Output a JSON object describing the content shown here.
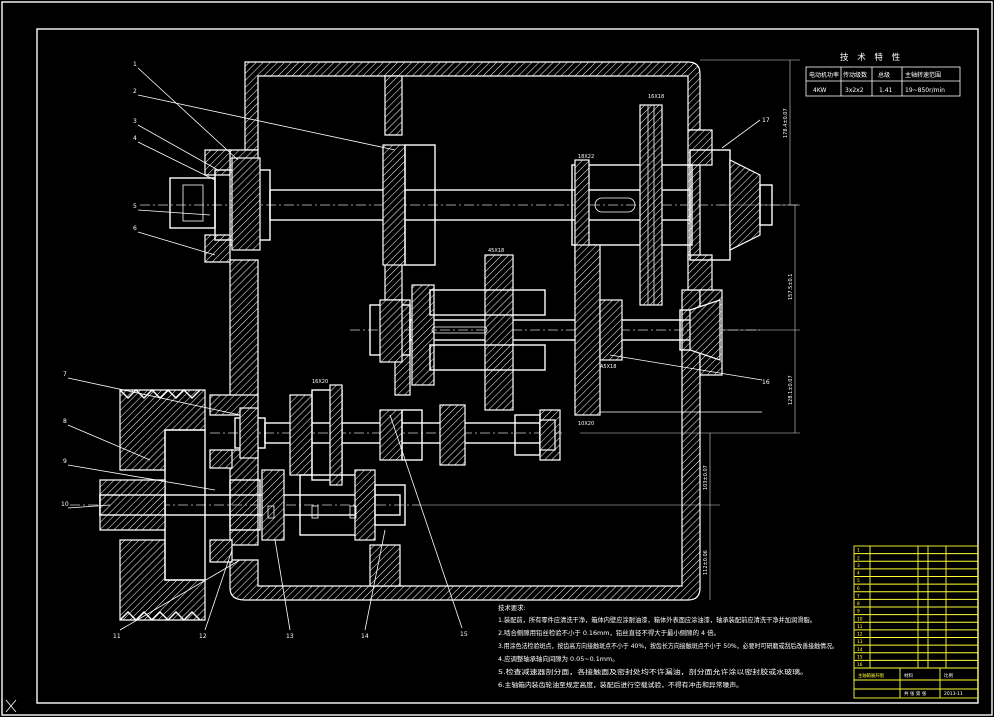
{
  "tech_characteristics": {
    "title": "技 术 特 性",
    "headers": [
      "电动机功率",
      "传动级数",
      "总级",
      "主轴转速范围"
    ],
    "values": [
      "4KW",
      "3x2x2",
      "1.41",
      "19~850r/min"
    ]
  },
  "part_numbers": [
    "1",
    "2",
    "3",
    "4",
    "5",
    "6",
    "7",
    "8",
    "9",
    "10",
    "11",
    "12",
    "13",
    "14",
    "15",
    "16",
    "17"
  ],
  "dimensions": {
    "d1": "178.4±0.07",
    "d2": "157.5±0.1",
    "d3": "128.1±0.07",
    "d4": "103±0.07",
    "d5": "112±0.06",
    "t1": "16X18",
    "t2": "18X22",
    "t3": "45X18",
    "t4": "A5X18",
    "t5": "16X20",
    "t6": "10X20"
  },
  "technical_requirements": {
    "heading": "技术要求:",
    "lines": [
      "1.装配前，所有零件应清洗干净，箱体内壁应涂耐油漆，箱体外表面应涂油漆，轴承装配前应清洗干净并加润滑脂。",
      "2.啮合侧隙用铅丝检验不小于 0.16mm，铅丝直径不得大于最小侧隙的 4 倍。",
      "3.用涂色法检验斑点，按齿高方向接触斑点不小于 40%，按齿长方向接触斑点不小于 50%，必要时可研磨或刮后改善接触情况。",
      "4.应调整轴承轴向间隙为 0.05~0.1mm。",
      "5.检查减速器剖分面，各接触面及密封处均不许漏油，剖分面允许涂以密封胶或水玻璃。",
      "6.主轴箱内装齿轮油至规定高度，装配后进行空载试验，不得有冲击和异常噪声。"
    ]
  },
  "title_block": {
    "drawing_title": "主轴箱展开图",
    "date": "2013-11",
    "scale_label": "比例",
    "sheet_label": "共 张 第 张",
    "material_label": "材料",
    "rows": [
      "1",
      "2",
      "3",
      "4",
      "5",
      "6",
      "7",
      "8",
      "9",
      "10",
      "11",
      "12",
      "13",
      "14",
      "15",
      "16"
    ]
  }
}
